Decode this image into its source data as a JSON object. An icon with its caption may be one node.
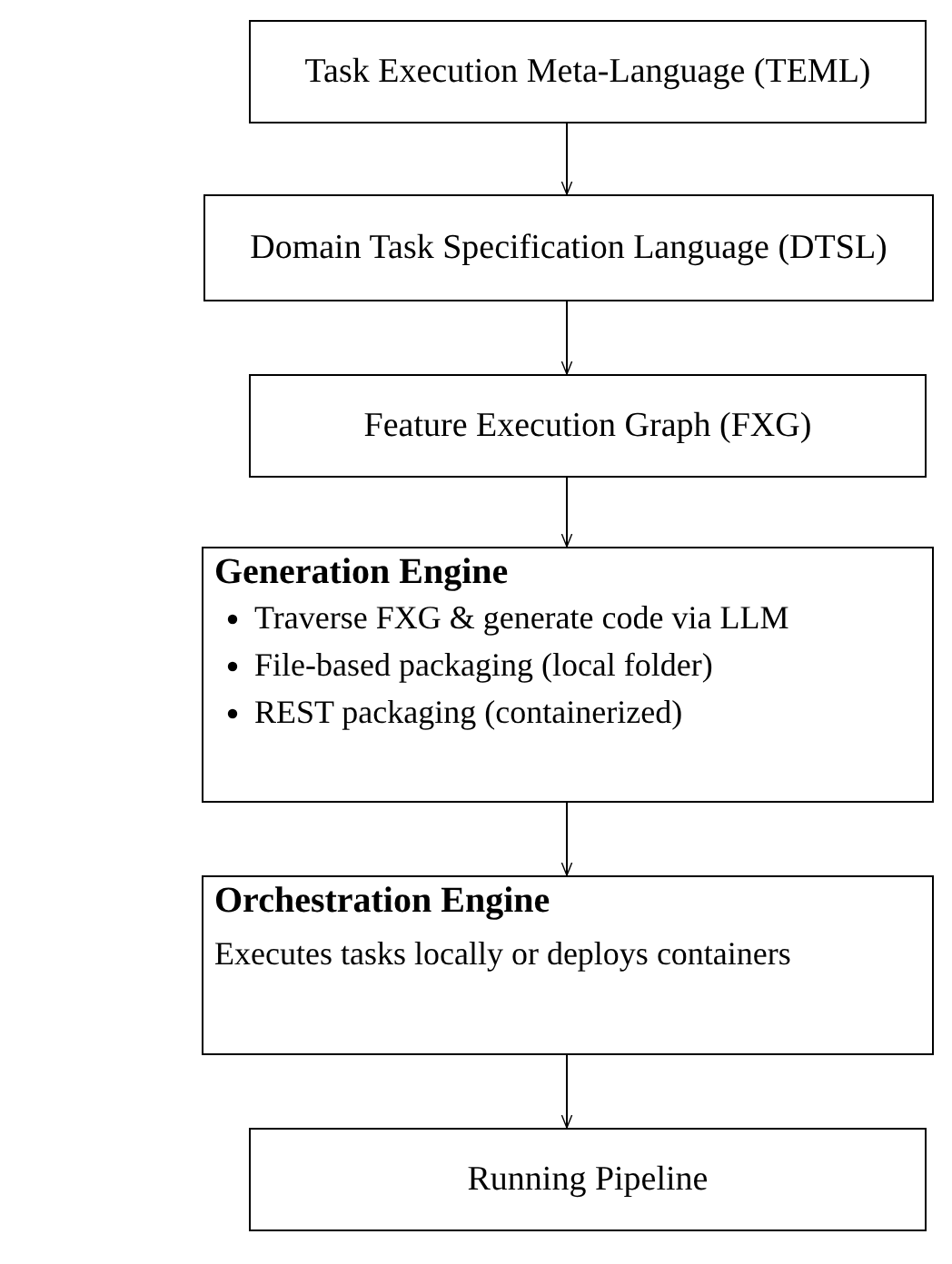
{
  "diagram": {
    "nodes": [
      {
        "text": [
          "Task Execution Meta-Language (TEML)"
        ]
      },
      {
        "text": [
          "Domain Task Specification Language (DTSL)"
        ]
      },
      {
        "text": [
          "Feature Execution Graph (FXG)"
        ]
      },
      {
        "text": [
          "Generation Engine",
          "Traverse FXG & generate code via LLM",
          "File-based packaging (local folder)",
          "REST packaging (containerized)"
        ]
      },
      {
        "text": [
          "Orchestration Engine",
          "Executes tasks locally or deploys containers"
        ]
      },
      {
        "text": [
          "Running Pipeline"
        ]
      }
    ],
    "edges": [
      {
        "from": 0,
        "to": 1,
        "arrow": "to"
      },
      {
        "from": 1,
        "to": 2,
        "arrow": "to"
      },
      {
        "from": 2,
        "to": 3,
        "arrow": "to"
      },
      {
        "from": 3,
        "to": 4,
        "arrow": "to"
      },
      {
        "from": 4,
        "to": 5,
        "arrow": "to"
      }
    ]
  }
}
